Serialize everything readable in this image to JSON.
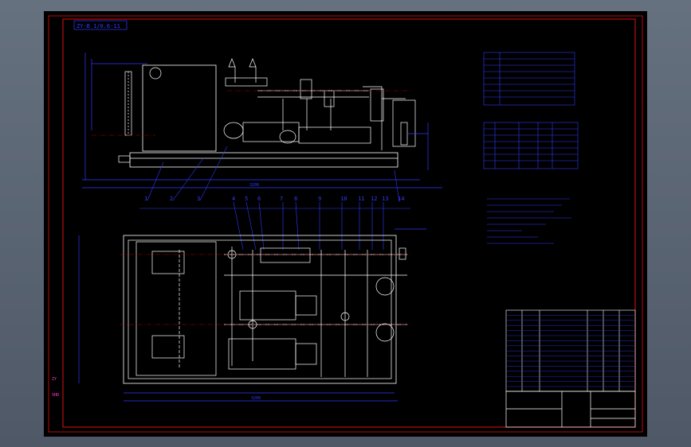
{
  "drawing": {
    "view_label": "ZY-B 1/0.6-11",
    "colors": {
      "sheet": "#000000",
      "frame": "#e01010",
      "lines": "#2f3bff",
      "center": "#b00000",
      "pink": "#ff3bd6",
      "white": "#ffffff"
    }
  },
  "callouts": {
    "top": [
      "1",
      "2",
      "3",
      "4",
      "5",
      "6",
      "7",
      "8",
      "9",
      "10",
      "11",
      "12",
      "13",
      "14"
    ]
  },
  "dimensions": {
    "front_overall": "3200",
    "plan_overall": "3200"
  },
  "stamps": [
    "ZY",
    "SHD"
  ]
}
